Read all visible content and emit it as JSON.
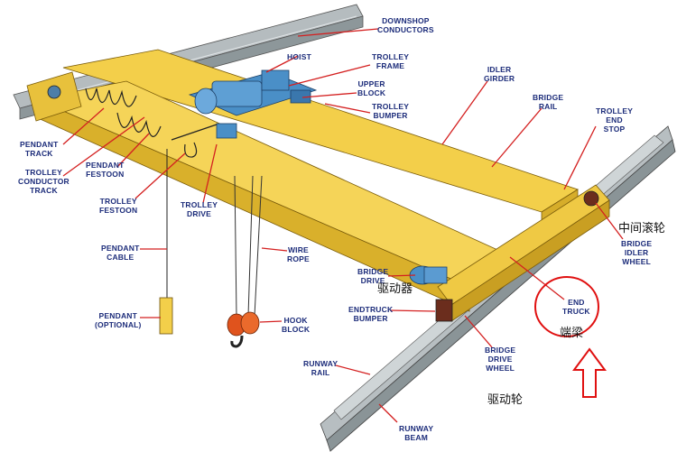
{
  "labels": {
    "downshop_conductors": "DOWNSHOP\nCONDUCTORS",
    "hoist": "HOIST",
    "trolley_frame": "TROLLEY\nFRAME",
    "upper_block": "UPPER\nBLOCK",
    "trolley_bumper": "TROLLEY\nBUMPER",
    "idler_girder": "IDLER\nGIRDER",
    "bridge_rail": "BRIDGE\nRAIL",
    "trolley_end_stop": "TROLLEY\nEND\nSTOP",
    "pendant_track": "PENDANT\nTRACK",
    "trolley_conductor_track": "TROLLEY\nCONDUCTOR\nTRACK",
    "pendant_festoon": "PENDANT\nFESTOON",
    "trolley_festoon": "TROLLEY\nFESTOON",
    "trolley_drive": "TROLLEY\nDRIVE",
    "pendant_cable": "PENDANT\nCABLE",
    "wire_rope": "WIRE\nROPE",
    "bridge_idler_wheel": "BRIDGE\nIDLER\nWHEEL",
    "bridge_drive": "BRIDGE\nDRIVE",
    "pendant_optional": "PENDANT\n(Optional)",
    "hook_block": "HOOK\nBLOCK",
    "endtruck_bumper": "ENDTRUCK\nBUMPER",
    "end_truck": "END\nTRUCK",
    "runway_rail": "RUNWAY\nRAIL",
    "bridge_drive_wheel": "BRIDGE\nDRIVE\nWHEEL",
    "runway_beam": "RUNWAY\nBEAM"
  },
  "annotations": {
    "idler_wheel_cn": "中间滚轮",
    "drive_cn": "驱动器",
    "end_truck_cn": "端梁",
    "drive_wheel_cn": "驱动轮"
  },
  "colors": {
    "label_text": "#1c2c7a",
    "leader_line": "#d42020",
    "girder": "#f3cf4a",
    "girder_shadow": "#d6ad2a",
    "rail": "#9aa3a6",
    "hoist": "#4a8fc7",
    "hook": "#e0531d",
    "highlight_circle": "#e01010"
  }
}
